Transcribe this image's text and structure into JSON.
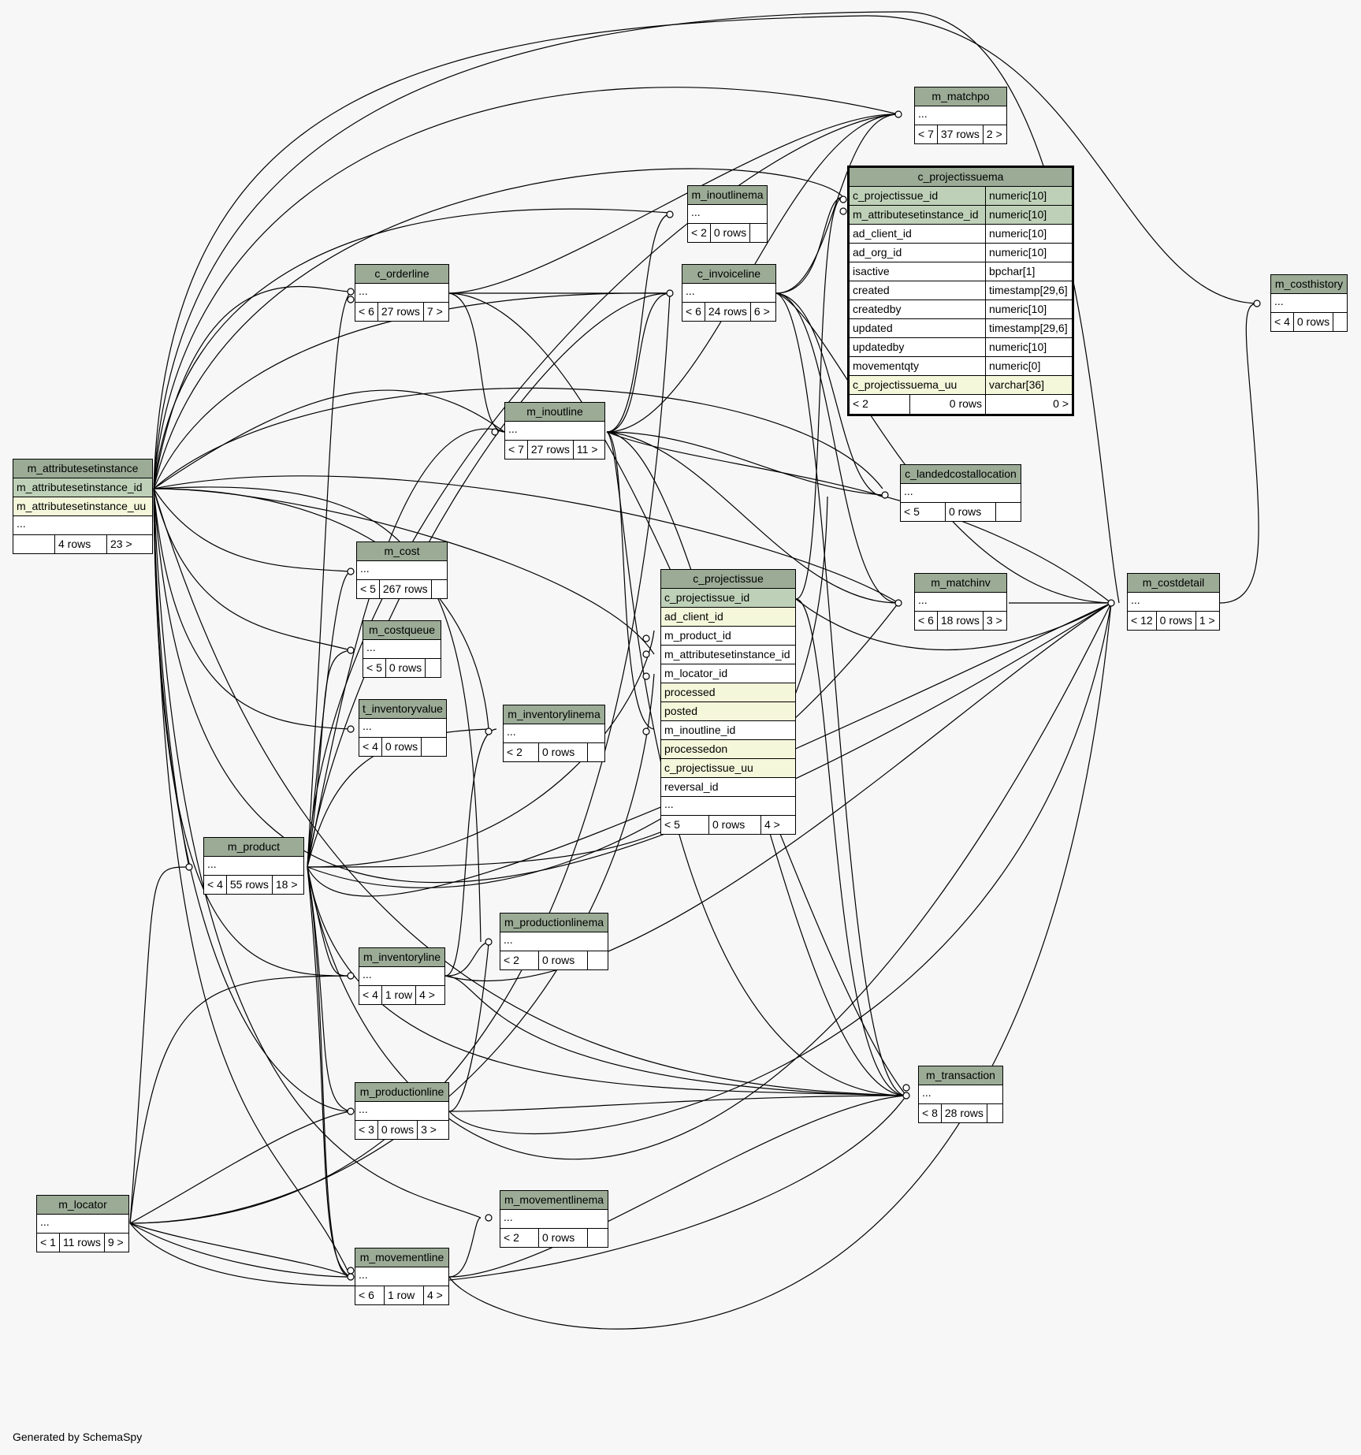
{
  "footer": "Generated by SchemaSpy",
  "colors": {
    "header": "#9bab96",
    "pk": "#bed1b8",
    "indexed": "#f4f7da",
    "background": "#f7f7f7"
  },
  "tables": {
    "m_matchpo": {
      "name": "m_matchpo",
      "ellipsis": "...",
      "parents": "< 7",
      "rows": "37 rows",
      "children": "2 >"
    },
    "c_projectissuema": {
      "name": "c_projectissuema",
      "columns": [
        {
          "name": "c_projectissue_id",
          "type": "numeric[10]",
          "kind": "pk"
        },
        {
          "name": "m_attributesetinstance_id",
          "type": "numeric[10]",
          "kind": "pk"
        },
        {
          "name": "ad_client_id",
          "type": "numeric[10]",
          "kind": ""
        },
        {
          "name": "ad_org_id",
          "type": "numeric[10]",
          "kind": ""
        },
        {
          "name": "isactive",
          "type": "bpchar[1]",
          "kind": ""
        },
        {
          "name": "created",
          "type": "timestamp[29,6]",
          "kind": ""
        },
        {
          "name": "createdby",
          "type": "numeric[10]",
          "kind": ""
        },
        {
          "name": "updated",
          "type": "timestamp[29,6]",
          "kind": ""
        },
        {
          "name": "updatedby",
          "type": "numeric[10]",
          "kind": ""
        },
        {
          "name": "movementqty",
          "type": "numeric[0]",
          "kind": ""
        },
        {
          "name": "c_projectissuema_uu",
          "type": "varchar[36]",
          "kind": "idx"
        }
      ],
      "parents": "< 2",
      "rows": "0 rows",
      "children": "0 >"
    },
    "m_inoutlinema": {
      "name": "m_inoutlinema",
      "ellipsis": "...",
      "parents": "< 2",
      "rows": "0 rows",
      "children": ""
    },
    "c_orderline": {
      "name": "c_orderline",
      "ellipsis": "...",
      "parents": "< 6",
      "rows": "27 rows",
      "children": "7 >"
    },
    "c_invoiceline": {
      "name": "c_invoiceline",
      "ellipsis": "...",
      "parents": "< 6",
      "rows": "24 rows",
      "children": "6 >"
    },
    "m_costhistory": {
      "name": "m_costhistory",
      "ellipsis": "...",
      "parents": "< 4",
      "rows": "0 rows",
      "children": ""
    },
    "m_inoutline": {
      "name": "m_inoutline",
      "ellipsis": "...",
      "parents": "< 7",
      "rows": "27 rows",
      "children": "11 >"
    },
    "m_attributesetinstance": {
      "name": "m_attributesetinstance",
      "columns": [
        {
          "name": "m_attributesetinstance_id",
          "kind": "pk"
        },
        {
          "name": "m_attributesetinstance_uu",
          "kind": "idx"
        }
      ],
      "ellipsis": "...",
      "parents": "",
      "rows": "4 rows",
      "children": "23 >"
    },
    "c_landedcostallocation": {
      "name": "c_landedcostallocation",
      "ellipsis": "...",
      "parents": "< 5",
      "rows": "0 rows",
      "children": ""
    },
    "m_cost": {
      "name": "m_cost",
      "ellipsis": "...",
      "parents": "< 5",
      "rows": "267 rows",
      "children": ""
    },
    "c_projectissue": {
      "name": "c_projectissue",
      "columns": [
        {
          "name": "c_projectissue_id",
          "kind": "pk"
        },
        {
          "name": "ad_client_id",
          "kind": "idx"
        },
        {
          "name": "m_product_id",
          "kind": ""
        },
        {
          "name": "m_attributesetinstance_id",
          "kind": ""
        },
        {
          "name": "m_locator_id",
          "kind": ""
        },
        {
          "name": "processed",
          "kind": "idx"
        },
        {
          "name": "posted",
          "kind": "idx"
        },
        {
          "name": "m_inoutline_id",
          "kind": ""
        },
        {
          "name": "processedon",
          "kind": "idx"
        },
        {
          "name": "c_projectissue_uu",
          "kind": "idx"
        },
        {
          "name": "reversal_id",
          "kind": ""
        }
      ],
      "ellipsis": "...",
      "parents": "< 5",
      "rows": "0 rows",
      "children": "4 >"
    },
    "m_matchinv": {
      "name": "m_matchinv",
      "ellipsis": "...",
      "parents": "< 6",
      "rows": "18 rows",
      "children": "3 >"
    },
    "m_costdetail": {
      "name": "m_costdetail",
      "ellipsis": "...",
      "parents": "< 12",
      "rows": "0 rows",
      "children": "1 >"
    },
    "m_costqueue": {
      "name": "m_costqueue",
      "ellipsis": "...",
      "parents": "< 5",
      "rows": "0 rows",
      "children": ""
    },
    "t_inventoryvalue": {
      "name": "t_inventoryvalue",
      "ellipsis": "...",
      "parents": "< 4",
      "rows": "0 rows",
      "children": ""
    },
    "m_inventorylinema": {
      "name": "m_inventorylinema",
      "ellipsis": "...",
      "parents": "< 2",
      "rows": "0 rows",
      "children": ""
    },
    "m_product": {
      "name": "m_product",
      "ellipsis": "...",
      "parents": "< 4",
      "rows": "55 rows",
      "children": "18 >"
    },
    "m_productionlinema": {
      "name": "m_productionlinema",
      "ellipsis": "...",
      "parents": "< 2",
      "rows": "0 rows",
      "children": ""
    },
    "m_inventoryline": {
      "name": "m_inventoryline",
      "ellipsis": "...",
      "parents": "< 4",
      "rows": "1 row",
      "children": "4 >"
    },
    "m_transaction": {
      "name": "m_transaction",
      "ellipsis": "...",
      "parents": "< 8",
      "rows": "28 rows",
      "children": ""
    },
    "m_productionline": {
      "name": "m_productionline",
      "ellipsis": "...",
      "parents": "< 3",
      "rows": "0 rows",
      "children": "3 >"
    },
    "m_locator": {
      "name": "m_locator",
      "ellipsis": "...",
      "parents": "< 1",
      "rows": "11 rows",
      "children": "9 >"
    },
    "m_movementlinema": {
      "name": "m_movementlinema",
      "ellipsis": "...",
      "parents": "< 2",
      "rows": "0 rows",
      "children": ""
    },
    "m_movementline": {
      "name": "m_movementline",
      "ellipsis": "...",
      "parents": "< 6",
      "rows": "1 row",
      "children": "4 >"
    }
  }
}
